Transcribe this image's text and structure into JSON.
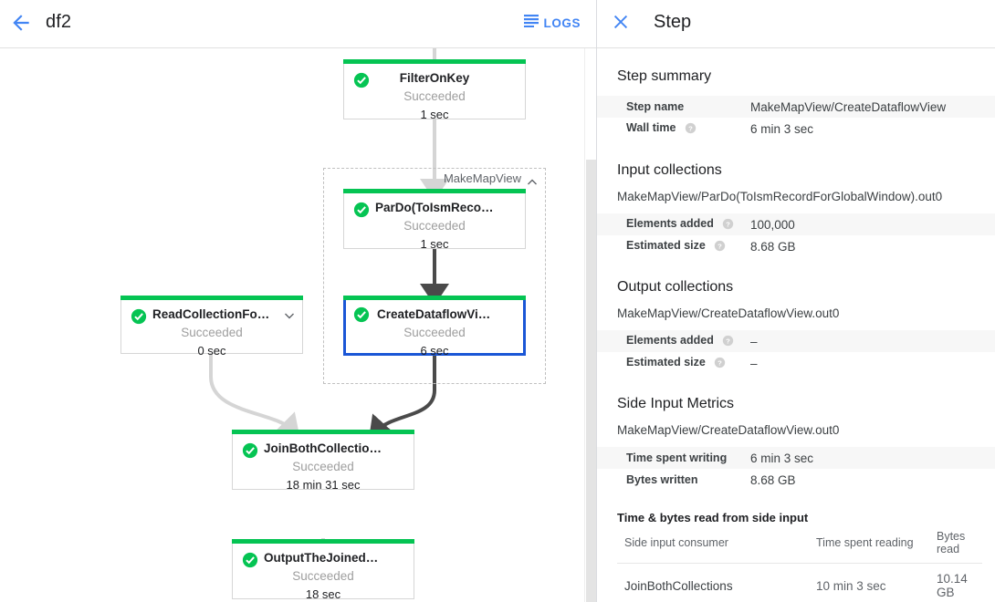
{
  "topbar": {
    "back_icon": "arrow-left-icon",
    "job_name": "df2",
    "logs_icon": "logs-list-icon",
    "logs_label": "LOGS"
  },
  "colors": {
    "accent_blue": "#4285f4",
    "selected_blue": "#1a56d6",
    "success_green": "#05c453",
    "muted_text": "#9e9e9e",
    "edge_dark": "#4a4a4a",
    "edge_light": "#d5d5d5"
  },
  "graph": {
    "group": {
      "label": "MakeMapView",
      "chevron_icon": "chevron-up-icon"
    },
    "nodes": [
      {
        "id": "filteronkey",
        "title": "FilterOnKey",
        "status": "Succeeded",
        "time": "1 sec",
        "status_icon": "check-circle-icon",
        "selected": false,
        "chevron": null
      },
      {
        "id": "pardo-toismrecord",
        "title": "ParDo(ToIsmRecordFor…",
        "status": "Succeeded",
        "time": "1 sec",
        "status_icon": "check-circle-icon",
        "selected": false,
        "chevron": null
      },
      {
        "id": "createdataflowview",
        "title": "CreateDataflowView",
        "status": "Succeeded",
        "time": "6 sec",
        "status_icon": "check-circle-icon",
        "selected": true,
        "chevron": null
      },
      {
        "id": "readcollectionforjoin",
        "title": "ReadCollectionForJoin",
        "status": "Succeeded",
        "time": "0 sec",
        "status_icon": "check-circle-icon",
        "selected": false,
        "chevron": "chevron-down-icon"
      },
      {
        "id": "joinbothcollections",
        "title": "JoinBothCollections",
        "status": "Succeeded",
        "time": "18 min 31 sec",
        "status_icon": "check-circle-icon",
        "selected": false,
        "chevron": null
      },
      {
        "id": "outputthejoinedcollection",
        "title": "OutputTheJoinedCollec…",
        "status": "Succeeded",
        "time": "18 sec",
        "status_icon": "check-circle-icon",
        "selected": false,
        "chevron": null
      }
    ]
  },
  "panel": {
    "close_icon": "close-icon",
    "title": "Step",
    "step_summary": {
      "heading": "Step summary",
      "rows": [
        {
          "key": "Step name",
          "value": "MakeMapView/CreateDataflowView",
          "help": false
        },
        {
          "key": "Wall time",
          "value": "6 min 3 sec",
          "help": true
        }
      ]
    },
    "input_collections": {
      "heading": "Input collections",
      "collection": "MakeMapView/ParDo(ToIsmRecordForGlobalWindow).out0",
      "rows": [
        {
          "key": "Elements added",
          "value": "100,000",
          "help": true
        },
        {
          "key": "Estimated size",
          "value": "8.68 GB",
          "help": true
        }
      ]
    },
    "output_collections": {
      "heading": "Output collections",
      "collection": "MakeMapView/CreateDataflowView.out0",
      "rows": [
        {
          "key": "Elements added",
          "value": "–",
          "help": true
        },
        {
          "key": "Estimated size",
          "value": "–",
          "help": true
        }
      ]
    },
    "side_input_metrics": {
      "heading": "Side Input Metrics",
      "collection": "MakeMapView/CreateDataflowView.out0",
      "rows": [
        {
          "key": "Time spent writing",
          "value": "6 min 3 sec",
          "help": false
        },
        {
          "key": "Bytes written",
          "value": "8.68 GB",
          "help": false
        }
      ]
    },
    "side_input_table": {
      "title": "Time & bytes read from side input",
      "columns": [
        "Side input consumer",
        "Time spent reading",
        "Bytes read"
      ],
      "rows": [
        [
          "JoinBothCollections",
          "10 min 3 sec",
          "10.14 GB"
        ]
      ]
    }
  }
}
